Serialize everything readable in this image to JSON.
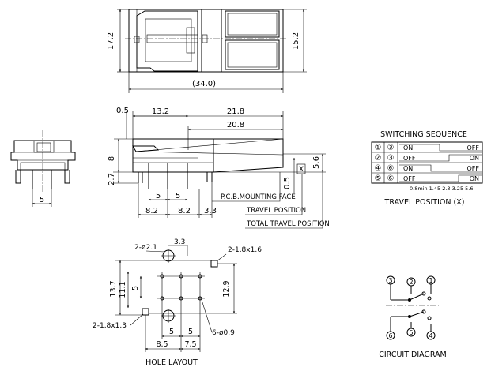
{
  "top_view": {
    "dim_height": "17.2",
    "dim_width_right": "15.2",
    "dim_length": "(34.0)"
  },
  "side_view": {
    "dim_left_offset": "0.5",
    "dim_13_2": "13.2",
    "dim_21_8": "21.8",
    "dim_20_8": "20.8",
    "dim_8": "8",
    "dim_2_7": "2.7",
    "dim_5_6": "5.6",
    "dim_0_5": "0.5",
    "dim_x": "X",
    "dim_pitch_a": "5",
    "dim_pitch_b": "5",
    "dim_8_2_a": "8.2",
    "dim_8_2_b": "8.2",
    "dim_3_3": "3.3",
    "label_pcb": "P.C.B.MOUNTING FACE",
    "label_travel": "TRAVEL POSITION",
    "label_total_travel": "TOTAL TRAVEL POSITION"
  },
  "end_view": {
    "dim_pitch": "5"
  },
  "switching": {
    "title": "SWITCHING SEQUENCE",
    "rows": [
      {
        "c1": "①",
        "c2": "③",
        "s1": "ON",
        "s2": "OFF"
      },
      {
        "c1": "②",
        "c2": "③",
        "s1": "OFF",
        "s2": "ON"
      },
      {
        "c1": "④",
        "c2": "⑥",
        "s1": "ON",
        "s2": "OFF"
      },
      {
        "c1": "⑤",
        "c2": "⑥",
        "s1": "OFF",
        "s2": "ON"
      }
    ],
    "scale": "0.8min 1.45  2.3  3.25       5.6",
    "footer": "TRAVEL POSITION (X)"
  },
  "hole_layout": {
    "title": "HOLE LAYOUT",
    "lbl_dia_2_1": "2-ø2.1",
    "lbl_3_3": "3.3",
    "lbl_slot_1_6": "2-1.8x1.6",
    "lbl_slot_1_3": "2-1.8x1.3",
    "lbl_dia_0_9": "6-ø0.9",
    "dim_13_7": "13.7",
    "dim_11_1": "11.1",
    "dim_5": "5",
    "dim_12_9": "12.9",
    "dim_bottom_5": "5",
    "dim_bottom_5b": "5",
    "dim_8_5": "8.5",
    "dim_7_5": "7.5"
  },
  "circuit": {
    "title": "CIRCUIT DIAGRAM",
    "t1": "1",
    "t2": "2",
    "t3": "3",
    "t4": "4",
    "t5": "5",
    "t6": "6"
  }
}
